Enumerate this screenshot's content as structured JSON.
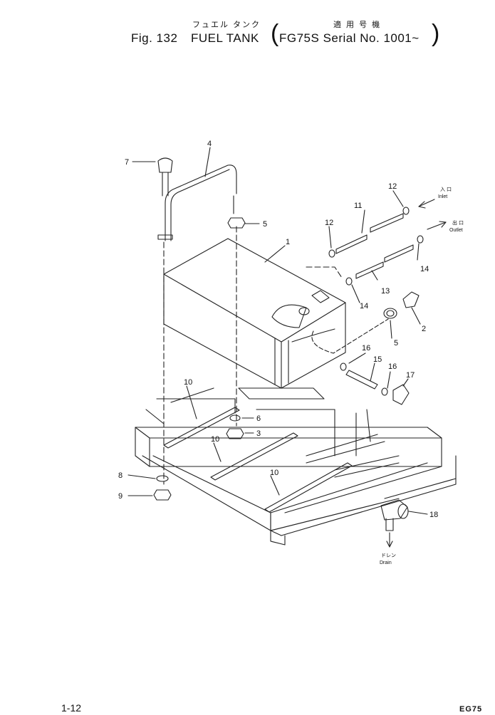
{
  "header": {
    "jp_title": "フュエル タンク",
    "jp_serial": "適 用 号 機",
    "fig_label": "Fig. 132",
    "title": "FUEL TANK",
    "serial": "FG75S Serial No. 1001~"
  },
  "callouts": [
    "1",
    "2",
    "3",
    "4",
    "5",
    "5",
    "6",
    "7",
    "8",
    "9",
    "10",
    "10",
    "10",
    "11",
    "12",
    "12",
    "13",
    "14",
    "14",
    "15",
    "16",
    "16",
    "17",
    "18"
  ],
  "flow": {
    "inlet_jp": "入 口",
    "inlet": "Inlet",
    "outlet_jp": "出 口",
    "outlet": "Outlet",
    "drain_jp": "ドレン",
    "drain": "Drain"
  },
  "footer": {
    "page": "1-12",
    "code": "EG75"
  }
}
